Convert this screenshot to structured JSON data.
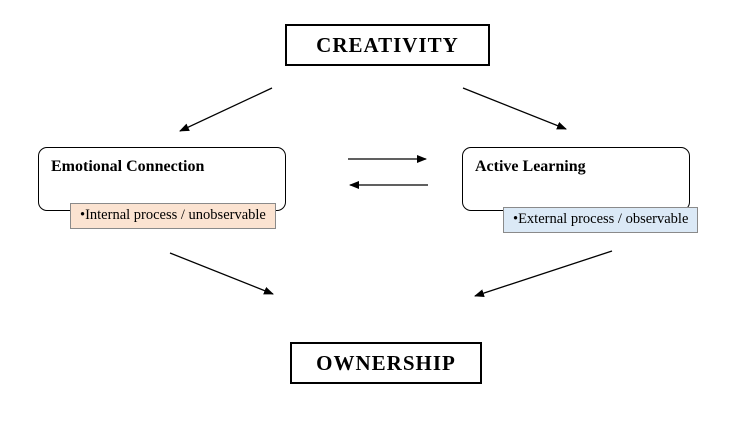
{
  "diagram": {
    "top_node": {
      "label": "CREATIVITY"
    },
    "bottom_node": {
      "label": "OWNERSHIP"
    },
    "left_node": {
      "title": "Emotional Connection",
      "sublabel": "•Internal process / unobservable",
      "sublabel_bg": "#fbe3d1"
    },
    "right_node": {
      "title": "Active Learning",
      "sublabel": "•External process / observable",
      "sublabel_bg": "#dbe9f6"
    },
    "colors": {
      "border": "#000000",
      "background": "#ffffff",
      "left_sublabel_fill": "#fbe3d1",
      "right_sublabel_fill": "#dbe9f6"
    }
  }
}
